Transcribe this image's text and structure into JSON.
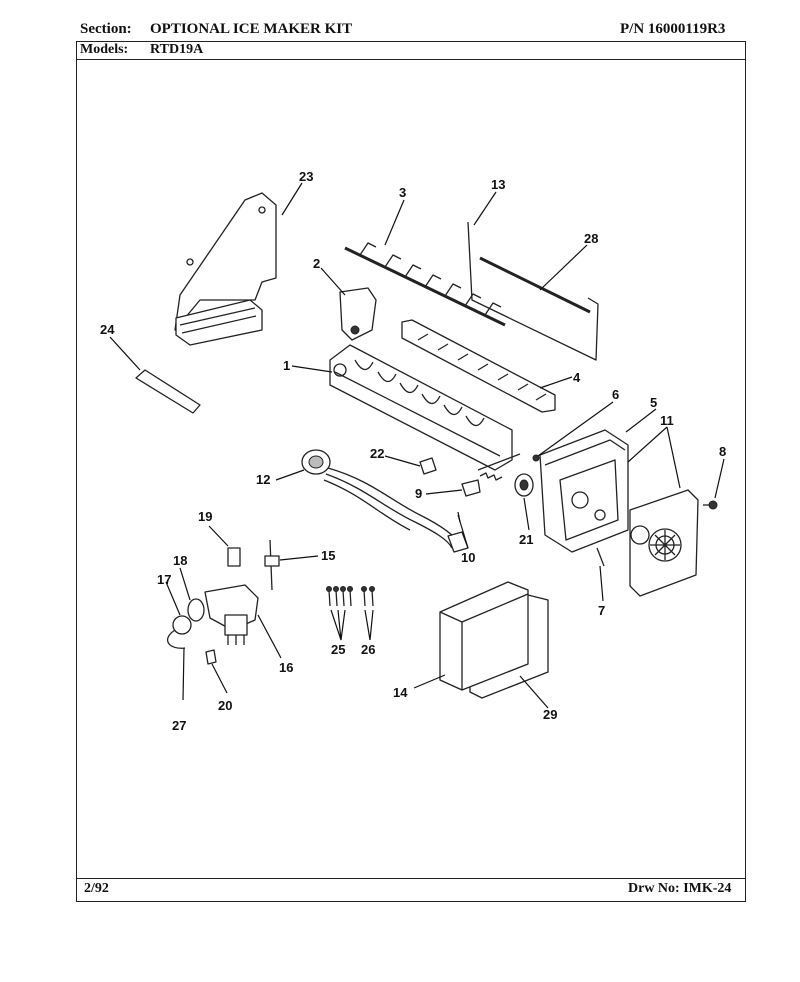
{
  "header": {
    "section_label": "Section:",
    "section_value": "OPTIONAL ICE MAKER KIT",
    "part_number": "P/N 16000119R3",
    "models_label": "Models:",
    "models_value": "RTD19A"
  },
  "footer": {
    "date": "2/92",
    "drawing_number": "Drw No: IMK-24"
  },
  "callouts": {
    "c1": "1",
    "c2": "2",
    "c3": "3",
    "c4": "4",
    "c5": "5",
    "c6": "6",
    "c7": "7",
    "c8": "8",
    "c9": "9",
    "c10": "10",
    "c11": "11",
    "c12": "12",
    "c13": "13",
    "c14": "14",
    "c15": "15",
    "c16": "16",
    "c17": "17",
    "c18": "18",
    "c19": "19",
    "c20": "20",
    "c21": "21",
    "c22": "22",
    "c23": "23",
    "c24": "24",
    "c25": "25",
    "c26": "26",
    "c27": "27",
    "c28": "28",
    "c29": "29"
  }
}
